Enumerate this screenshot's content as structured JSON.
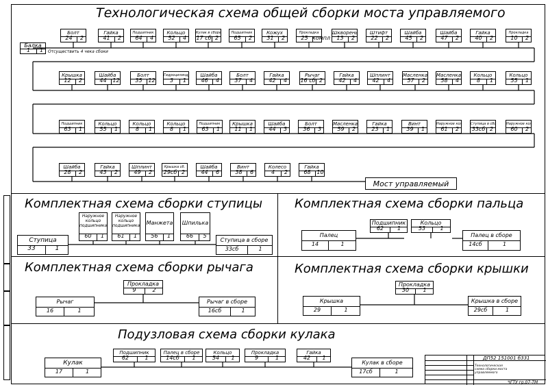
{
  "main": {
    "title": "Технологическая схема общей сборки моста управляемого",
    "base": {
      "name": "Балка",
      "code": "1",
      "qty": "1"
    },
    "base_note": "Отсуществить 4 чека сбоки",
    "row1": [
      {
        "name": "Болт",
        "code": "24",
        "qty": "2"
      },
      {
        "name": "Гайка",
        "code": "41",
        "qty": "2"
      },
      {
        "name": "Подшипник",
        "code": "64",
        "qty": "4"
      },
      {
        "name": "Кольцо",
        "code": "52",
        "qty": "4"
      },
      {
        "name": "Кулак в сборе",
        "code": "17 сб",
        "qty": "2"
      },
      {
        "name": "Подшипник",
        "code": "65",
        "qty": "2"
      },
      {
        "name": "Кожух",
        "code": "31",
        "qty": "2"
      },
      {
        "name": "Прокладка",
        "code": "25",
        "qty": "компл"
      },
      {
        "name": "Шкворень",
        "code": "13",
        "qty": "2"
      },
      {
        "name": "Штифт",
        "code": "22",
        "qty": "2"
      },
      {
        "name": "Шайба",
        "code": "45",
        "qty": "2"
      },
      {
        "name": "Шайба",
        "code": "47",
        "qty": "2"
      },
      {
        "name": "Гайка",
        "code": "40",
        "qty": "2"
      },
      {
        "name": "Прокладка",
        "code": "10",
        "qty": "2"
      }
    ],
    "row2": [
      {
        "name": "Крышка",
        "code": "12",
        "qty": "2"
      },
      {
        "name": "Шайба",
        "code": "44",
        "qty": "12"
      },
      {
        "name": "Болт",
        "code": "35",
        "qty": "12"
      },
      {
        "name": "Гидроцилиндр",
        "code": "3",
        "qty": "1"
      },
      {
        "name": "Шайба",
        "code": "46",
        "qty": "4"
      },
      {
        "name": "Болт",
        "code": "37",
        "qty": "4"
      },
      {
        "name": "Гайка",
        "code": "42",
        "qty": "4"
      },
      {
        "name": "Рычаг",
        "code": "16 сб",
        "qty": "2"
      },
      {
        "name": "Гайка",
        "code": "42",
        "qty": "4"
      },
      {
        "name": "Шплинт",
        "code": "42",
        "qty": "4"
      },
      {
        "name": "Масленка",
        "code": "57",
        "qty": "2"
      },
      {
        "name": "Масленка",
        "code": "58",
        "qty": "4"
      },
      {
        "name": "Кольцо",
        "code": "8",
        "qty": "1"
      },
      {
        "name": "Кольцо",
        "code": "55",
        "qty": "1"
      }
    ],
    "row3": [
      {
        "name": "Подшипник",
        "code": "63",
        "qty": "1"
      },
      {
        "name": "Кольцо",
        "code": "55",
        "qty": "1"
      },
      {
        "name": "Кольцо",
        "code": "8",
        "qty": "1"
      },
      {
        "name": "Кольцо",
        "code": "8",
        "qty": "1"
      },
      {
        "name": "Подшипник",
        "code": "63",
        "qty": "1"
      },
      {
        "name": "Крышка",
        "code": "11",
        "qty": "1"
      },
      {
        "name": "Шайба",
        "code": "44",
        "qty": "3"
      },
      {
        "name": "Болт",
        "code": "36",
        "qty": "3"
      },
      {
        "name": "Масленка",
        "code": "59",
        "qty": "2"
      },
      {
        "name": "Гайка",
        "code": "23",
        "qty": "1"
      },
      {
        "name": "Винт",
        "code": "39",
        "qty": "1"
      },
      {
        "name": "Наружное кольцо",
        "code": "61",
        "qty": "2"
      },
      {
        "name": "Ступица в сборе",
        "code": "33сб",
        "qty": "2"
      },
      {
        "name": "Наружное кольцо",
        "code": "60",
        "qty": "2"
      }
    ],
    "row4": [
      {
        "name": "Шайба",
        "code": "28",
        "qty": "2"
      },
      {
        "name": "Гайка",
        "code": "43",
        "qty": "2"
      },
      {
        "name": "Шплинт",
        "code": "49",
        "qty": "2"
      },
      {
        "name": "Крышка сб.",
        "code": "29сб",
        "qty": "2"
      },
      {
        "name": "Шайба",
        "code": "44",
        "qty": "6"
      },
      {
        "name": "Винт",
        "code": "38",
        "qty": "6"
      },
      {
        "name": "Колесо",
        "code": "4",
        "qty": "2"
      },
      {
        "name": "Гайка",
        "code": "68",
        "qty": "10"
      }
    ],
    "final": "Мост управляемый"
  },
  "hub": {
    "title": "Комплектная схема сборки ступицы",
    "base": {
      "name": "Ступица",
      "code": "33",
      "qty": "1"
    },
    "parts": [
      {
        "name": "Наружное кольцо подшипника",
        "code": "60",
        "qty": "1"
      },
      {
        "name": "Наружное кольцо подшипника",
        "code": "61",
        "qty": "1"
      },
      {
        "name": "Манжета",
        "code": "56",
        "qty": "1"
      },
      {
        "name": "Шпилька",
        "code": "66",
        "qty": "5"
      }
    ],
    "result": {
      "name": "Ступица в сборе",
      "code": "33сб",
      "qty": "1"
    }
  },
  "pin": {
    "title": "Комплектная схема сборки пальца",
    "base": {
      "name": "Палец",
      "code": "14",
      "qty": "1"
    },
    "parts": [
      {
        "name": "Подшипник",
        "code": "62",
        "qty": "1"
      },
      {
        "name": "Кольцо",
        "code": "53",
        "qty": "1"
      }
    ],
    "result": {
      "name": "Палец в сборе",
      "code": "14сб",
      "qty": "1"
    }
  },
  "lever": {
    "title": "Комплектная схема сборки рычага",
    "base": {
      "name": "Рычаг",
      "code": "16",
      "qty": "1"
    },
    "parts": [
      {
        "name": "Прокладка",
        "code": "9",
        "qty": "2"
      }
    ],
    "result": {
      "name": "Рычаг в сборе",
      "code": "16сб",
      "qty": "1"
    }
  },
  "cover": {
    "title": "Комплектная схема сборки крышки",
    "base": {
      "name": "Крышка",
      "code": "29",
      "qty": "1"
    },
    "parts": [
      {
        "name": "Прокладка",
        "code": "30",
        "qty": "1"
      }
    ],
    "result": {
      "name": "Крышка в сборе",
      "code": "29сб",
      "qty": "1"
    }
  },
  "knuckle": {
    "title": "Подузловая схема сборки кулака",
    "base": {
      "name": "Кулак",
      "code": "17",
      "qty": "1"
    },
    "parts": [
      {
        "name": "Подшипник",
        "code": "62",
        "qty": "1"
      },
      {
        "name": "Палец в сборе",
        "code": "14сб",
        "qty": "1"
      },
      {
        "name": "Кольцо",
        "code": "54",
        "qty": "1"
      },
      {
        "name": "Прокладка",
        "code": "9",
        "qty": "1"
      },
      {
        "name": "Гайка",
        "code": "42",
        "qty": "1"
      }
    ],
    "result": {
      "name": "Кулак в сборе",
      "code": "17сб",
      "qty": "1"
    }
  },
  "stamp": {
    "doc_code": "ДП52 151001 б331",
    "sheet_title": "Технологическая схема сборки моста управляемого",
    "org": "ЧГТУ гр.07-ТМ"
  }
}
